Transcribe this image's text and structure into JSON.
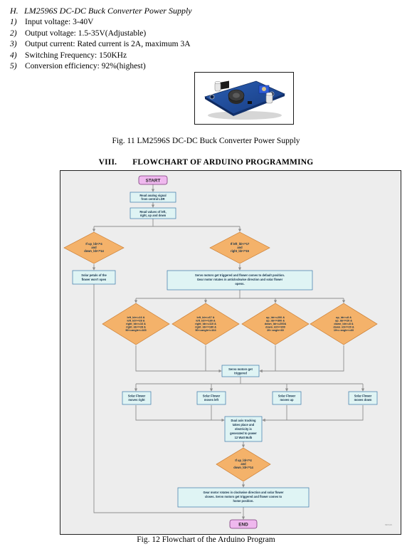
{
  "section_h": {
    "label": "H.",
    "title": "LM2596S DC-DC Buck Converter Power Supply",
    "items": [
      {
        "num": "1)",
        "text": "Input voltage: 3-40V"
      },
      {
        "num": "2)",
        "text": "Output voltage: 1.5-35V(Adjustable)"
      },
      {
        "num": "3)",
        "text": "Output current: Rated current is 2A, maximum 3A"
      },
      {
        "num": "4)",
        "text": "Switching Frequency: 150KHz"
      },
      {
        "num": "5)",
        "text": "Conversion efficiency: 92%(highest)"
      }
    ]
  },
  "fig11_caption": "Fig. 11 LM2596S DC-DC Buck Converter Power Supply",
  "section_viii": {
    "roman": "VIII.",
    "title": "FLOWCHART OF ARDUINO PROGRAMMING"
  },
  "flowchart": {
    "start": "START",
    "end": "END",
    "read_ldr": [
      "Read analog signal",
      "from central LDR"
    ],
    "read_values": [
      "Read values of left,",
      "right, up and down"
    ],
    "cond_left": [
      "If up_ldr<=4",
      "and",
      "down_ldr<=14"
    ],
    "cond_right": [
      "If left_ldr<=17",
      "and",
      "right_ldr<=15"
    ],
    "petals_no": [
      "Solar petals of the",
      "flower won't open"
    ],
    "servo_default": [
      "Servo motors get triggered and flower comes to default position.",
      "Gear motor rotates in anticlockwise direction and solar flower",
      "opens."
    ],
    "dia1": [
      "left_ldr<=16 &",
      "left_ldr>=28 &",
      "right_ldr>=16 &",
      "right_ldr<=28 &",
      "50<=angle<=165"
    ],
    "dia2": [
      "left_ldr<=67 &",
      "left_ldr>=180 &",
      "right_ldr>=110 &",
      "right_ldr<=180 &",
      "50<=angle<=164"
    ],
    "dia3": [
      "up_ldr>=200 &",
      "up_ldr<=300 &",
      "down_ldr<=200&",
      "down_ldr>=300",
      "20< angle<60"
    ],
    "dia4": [
      "up_ldr>=8 &",
      "up_ldr<=20 &",
      "down_ldr>=8 &",
      "down_ldr<=20 &",
      "19<= angle<=60"
    ],
    "servo_trig": [
      "Servo motors get",
      "triggered"
    ],
    "mv_right": [
      "Solar Flower",
      "moves right"
    ],
    "mv_left": [
      "Solar Flower",
      "moves left"
    ],
    "mv_up": [
      "Solar Flower",
      "moves up"
    ],
    "mv_down": [
      "Solar Flower",
      "moves down"
    ],
    "dual_axis": [
      "Dual axis tracking",
      "takes place and",
      "electricity is",
      "generated to power",
      "12 Watt Bulb"
    ],
    "cond_bottom": [
      "If up_ldr<=4",
      "and",
      "down_ldr<=14"
    ],
    "gear_close": [
      "Gear motor rotates in clockwise direction and solar flower",
      "closes. Servo motors get triggered and flower comes to",
      "home position."
    ],
    "watermark": "MKS19"
  },
  "fig12_caption": "Fig. 12 Flowchart of the Arduino Program",
  "colors": {
    "box_fill": "#dff4f4",
    "box_stroke": "#3a78a8",
    "diamond_fill": "#f4b26a",
    "diamond_stroke": "#c97a2e",
    "terminal_fill": "#efb8ee",
    "terminal_stroke": "#7b3a7a",
    "line": "#8e8e8e",
    "panel": "#ededed"
  },
  "icons": [
    "buck-converter-photo"
  ]
}
